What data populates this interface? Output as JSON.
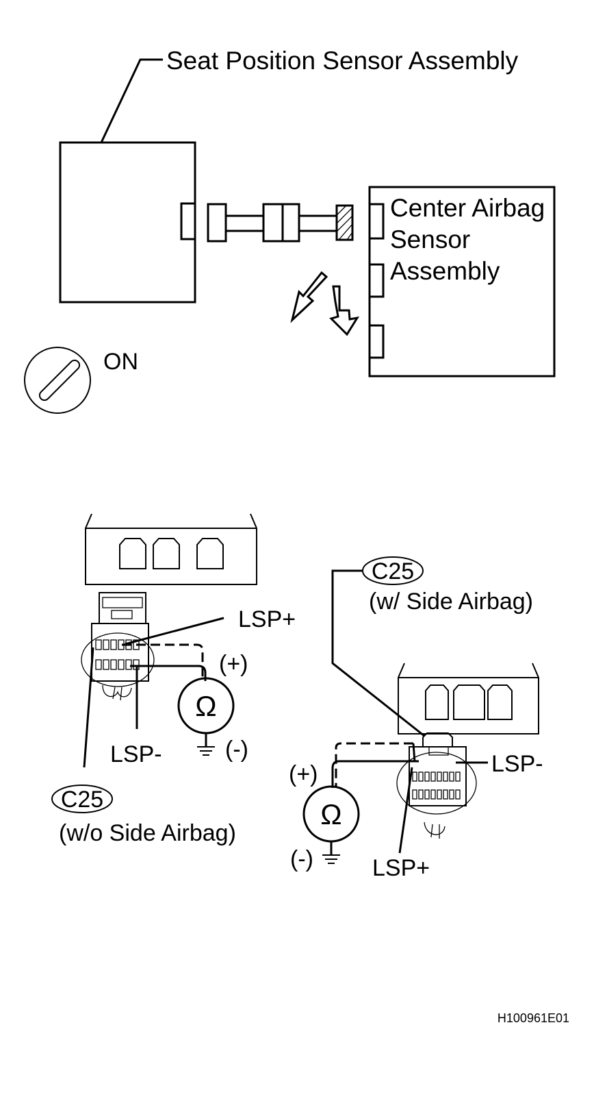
{
  "labels": {
    "seat_sensor": "Seat Position Sensor Assembly",
    "center_airbag_line1": "Center Airbag",
    "center_airbag_line2": "Sensor",
    "center_airbag_line3": "Assembly",
    "ignition": "ON",
    "lsp_plus": "LSP+",
    "lsp_minus": "LSP-",
    "connector_code": "C25",
    "without_side_airbag": "(w/o Side Airbag)",
    "with_side_airbag": "(w/ Side Airbag)",
    "plus": "(+)",
    "minus": "(-)",
    "ohm": "Ω",
    "figure_id": "H100961E01"
  }
}
